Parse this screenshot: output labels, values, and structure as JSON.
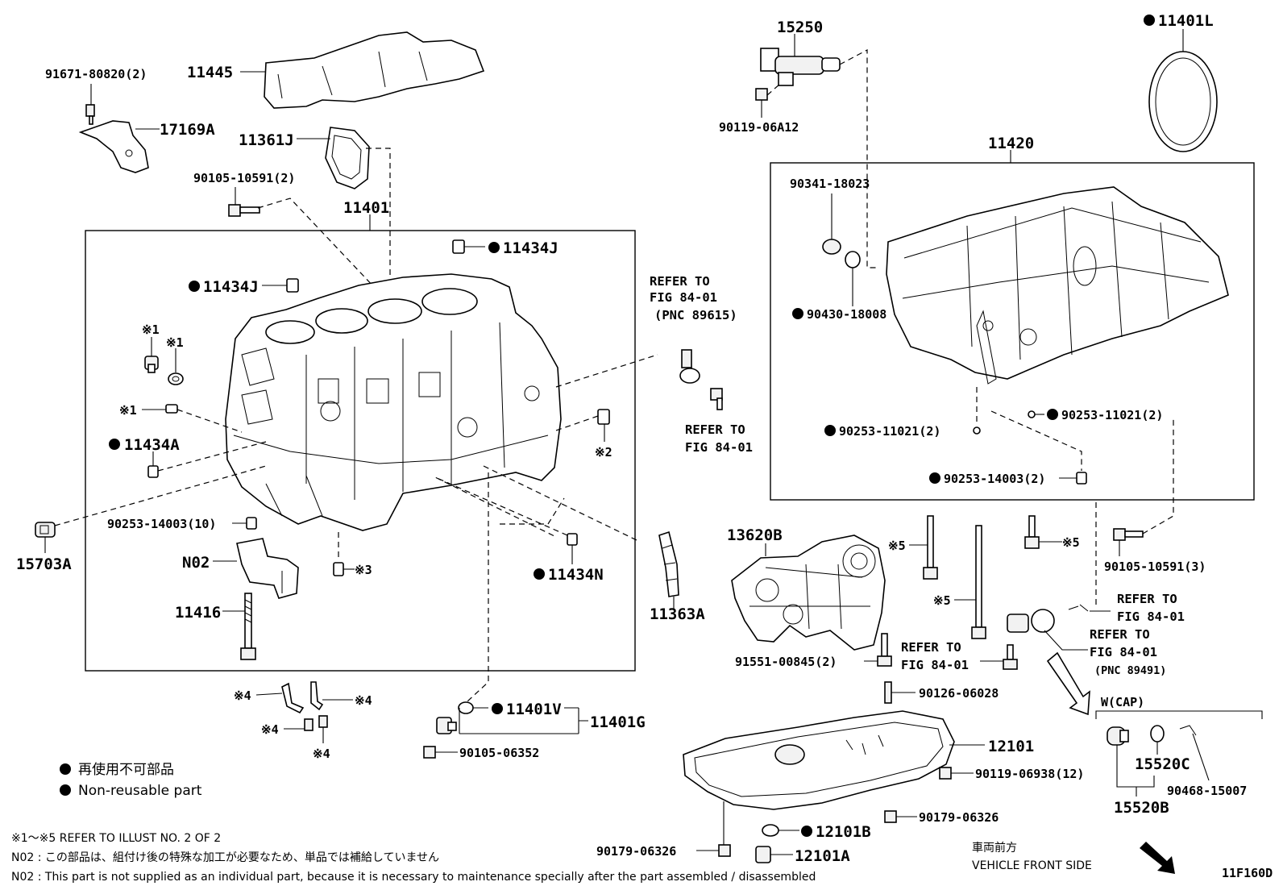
{
  "diagram": {
    "drawing_code": "11F160D",
    "labels": {
      "p91671": "91671-80820(2)",
      "p11445": "11445",
      "p17169A": "17169A",
      "p11361J": "11361J",
      "p90105_10591_2": "90105-10591(2)",
      "p11401": "11401",
      "p11434J_a": "11434J",
      "p11434J_b": "11434J",
      "x1_a": "※1",
      "x1_b": "※1",
      "x1_c": "※1",
      "p11434A": "11434A",
      "p90253_14003_10": "90253-14003(10)",
      "p15703A": "15703A",
      "pN02": "N02",
      "p11416": "11416",
      "x3": "※3",
      "p11434N": "11434N",
      "x2": "※2",
      "p11363A": "11363A",
      "p15250": "15250",
      "p90119_06A12": "90119-06A12",
      "p11401L": "11401L",
      "p11420": "11420",
      "p90341": "90341-18023",
      "p90430": "90430-18008",
      "p90253_11021_a": "90253-11021(2)",
      "p90253_11021_b": "90253-11021(2)",
      "p90253_14003_2": "90253-14003(2)",
      "p13620B": "13620B",
      "x5_a": "※5",
      "x5_b": "※5",
      "x5_c": "※5",
      "p90105_10591_3": "90105-10591(3)",
      "p91551": "91551-00845(2)",
      "p90126": "90126-06028",
      "p12101": "12101",
      "p90119_06938": "90119-06938(12)",
      "p90179_a": "90179-06326",
      "p90179_b": "90179-06326",
      "p12101B": "12101B",
      "p12101A": "12101A",
      "wcap": "W(CAP)",
      "p15520C": "15520C",
      "p15520B": "15520B",
      "p90468": "90468-15007",
      "x4_a": "※4",
      "x4_b": "※4",
      "x4_c": "※4",
      "x4_d": "※4",
      "p11401V": "11401V",
      "p11401G": "11401G",
      "p90105_06352": "90105-06352"
    },
    "refer": {
      "r1_line1": "REFER TO",
      "r1_line2": "FIG 84-01",
      "r1_line3": "(PNC 89615)",
      "r2_line1": "REFER TO",
      "r2_line2": "FIG 84-01",
      "r3_line1": "REFER TO",
      "r3_line2": "FIG 84-01",
      "r4_line1": "REFER TO",
      "r4_line2": "FIG 84-01",
      "r5_line1": "REFER TO",
      "r5_line2": "FIG 84-01",
      "r5_line3": "(PNC 89491)"
    },
    "legend": {
      "ja": "再使用不可部品",
      "en": "Non-reusable part"
    },
    "notes": {
      "line1": "※1～※5  REFER TO ILLUST NO. 2 OF 2",
      "line2": "N02 : この部品は、組付け後の特殊な加工が必要なため、単品では補給していません",
      "line3": "N02 : This part is not supplied as an individual part, because it is necessary to maintenance specially after the part assembled / disassembled"
    },
    "front": {
      "ja": "車両前方",
      "en": "VEHICLE FRONT SIDE"
    }
  }
}
